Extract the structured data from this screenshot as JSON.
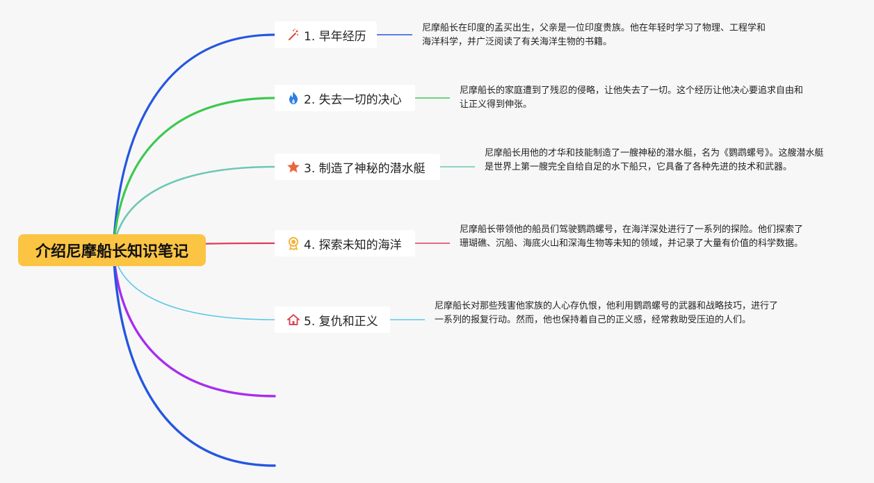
{
  "root": {
    "label": "介绍尼摩船长知识笔记"
  },
  "branches": [
    {
      "label": "1. 早年经历",
      "icon": "magic-wand-icon",
      "color": "#2456e0",
      "note": "尼摩船长在印度的孟买出生，父亲是一位印度贵族。他在年轻时学习了物理、工程学和海洋科学，并广泛阅读了有关海洋生物的书籍。"
    },
    {
      "label": "2. 失去一切的决心",
      "icon": "flame-icon",
      "color": "#3cc94f",
      "note": "尼摩船长的家庭遭到了残忍的侵略，让他失去了一切。这个经历让他决心要追求自由和让正义得到伸张。"
    },
    {
      "label": "3. 制造了神秘的潜水艇",
      "icon": "star-icon",
      "color": "#6cc7b3",
      "note": "尼摩船长用他的才华和技能制造了一艘神秘的潜水艇，名为《鹦鹉螺号》。这艘潜水艇是世界上第一艘完全自给自足的水下船只，它具备了各种先进的技术和武器。"
    },
    {
      "label": "4. 探索未知的海洋",
      "icon": "award-medal-icon",
      "color": "#e23a55",
      "note": "尼摩船长带领他的船员们驾驶鹦鹉螺号，在海洋深处进行了一系列的探险。他们探索了珊瑚礁、沉船、海底火山和深海生物等未知的领域，并记录了大量有价值的科学数据。"
    },
    {
      "label": "5. 复仇和正义",
      "icon": "home-icon",
      "color": "#5ac7e8",
      "note": "尼摩船长对那些残害他家族的人心存仇恨，他利用鹦鹉螺号的武器和战略技巧，进行了一系列的报复行动。然而，他也保持着自己的正义感，经常救助受压迫的人们。"
    }
  ],
  "empty_branches": [
    {
      "color": "#a92cf0"
    },
    {
      "color": "#2456e0"
    }
  ],
  "icon_colors": {
    "magic-wand-icon": "#e0463c",
    "flame-icon": "#2f7de0",
    "star-icon": "#e9673a",
    "award-medal-icon": "#f2b43b",
    "home-icon": "#d94a5a"
  }
}
